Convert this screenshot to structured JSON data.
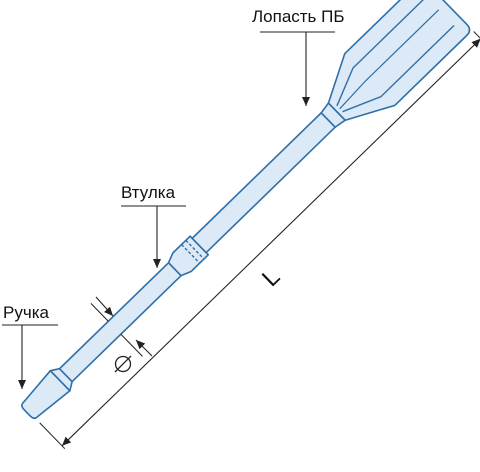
{
  "labels": {
    "blade": "Лопасть ПБ",
    "sleeve": "Втулка",
    "handle": "Ручка",
    "length": "L",
    "diameter_symbol": "⌀"
  },
  "colors": {
    "oar_fill": "#dce9f6",
    "oar_stroke": "#2f6fa8",
    "dimension_line": "#222222",
    "leader_line": "#222222",
    "background": "#ffffff"
  }
}
